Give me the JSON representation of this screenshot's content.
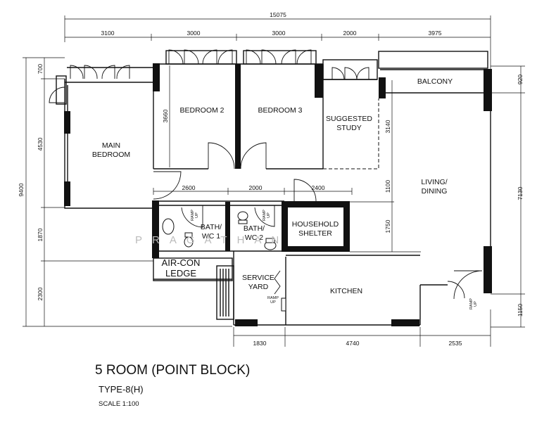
{
  "title": "5 ROOM (POINT BLOCK)",
  "subtitle": "TYPE-8(H)",
  "scale": "SCALE 1:100",
  "watermark": "PRAGATHAN",
  "rooms": {
    "main_bedroom": [
      "MAIN",
      "BEDROOM"
    ],
    "bedroom_2": "BEDROOM 2",
    "bedroom_3": "BEDROOM 3",
    "suggested_study": [
      "SUGGESTED",
      "STUDY"
    ],
    "balcony": "BALCONY",
    "living_dining": [
      "LIVING/",
      "DINING"
    ],
    "bath_wc_1": [
      "BATH/",
      "WC 1"
    ],
    "bath_wc_2": [
      "BATH/",
      "WC 2"
    ],
    "household_shelter": [
      "HOUSEHOLD",
      "SHELTER"
    ],
    "aircon_ledge": [
      "AIR-CON",
      "LEDGE"
    ],
    "service_yard": [
      "SERVICE",
      "YARD"
    ],
    "kitchen": "KITCHEN"
  },
  "ramp_label": [
    "RAMP",
    "UP"
  ],
  "dimensions": {
    "overall_top": "15075",
    "top_segments": [
      "3100",
      "3000",
      "3000",
      "2000",
      "3975"
    ],
    "bottom_segments": [
      "1830",
      "4740",
      "2535"
    ],
    "left_outer": "9400",
    "left_segments": [
      "700",
      "4530",
      "1870",
      "2300"
    ],
    "right_segments": [
      "920",
      "7130",
      "1150"
    ],
    "interior_horizontal": [
      "2600",
      "2000",
      "2400"
    ],
    "interior_vertical": [
      "3660",
      "3140",
      "1100",
      "1750"
    ]
  }
}
